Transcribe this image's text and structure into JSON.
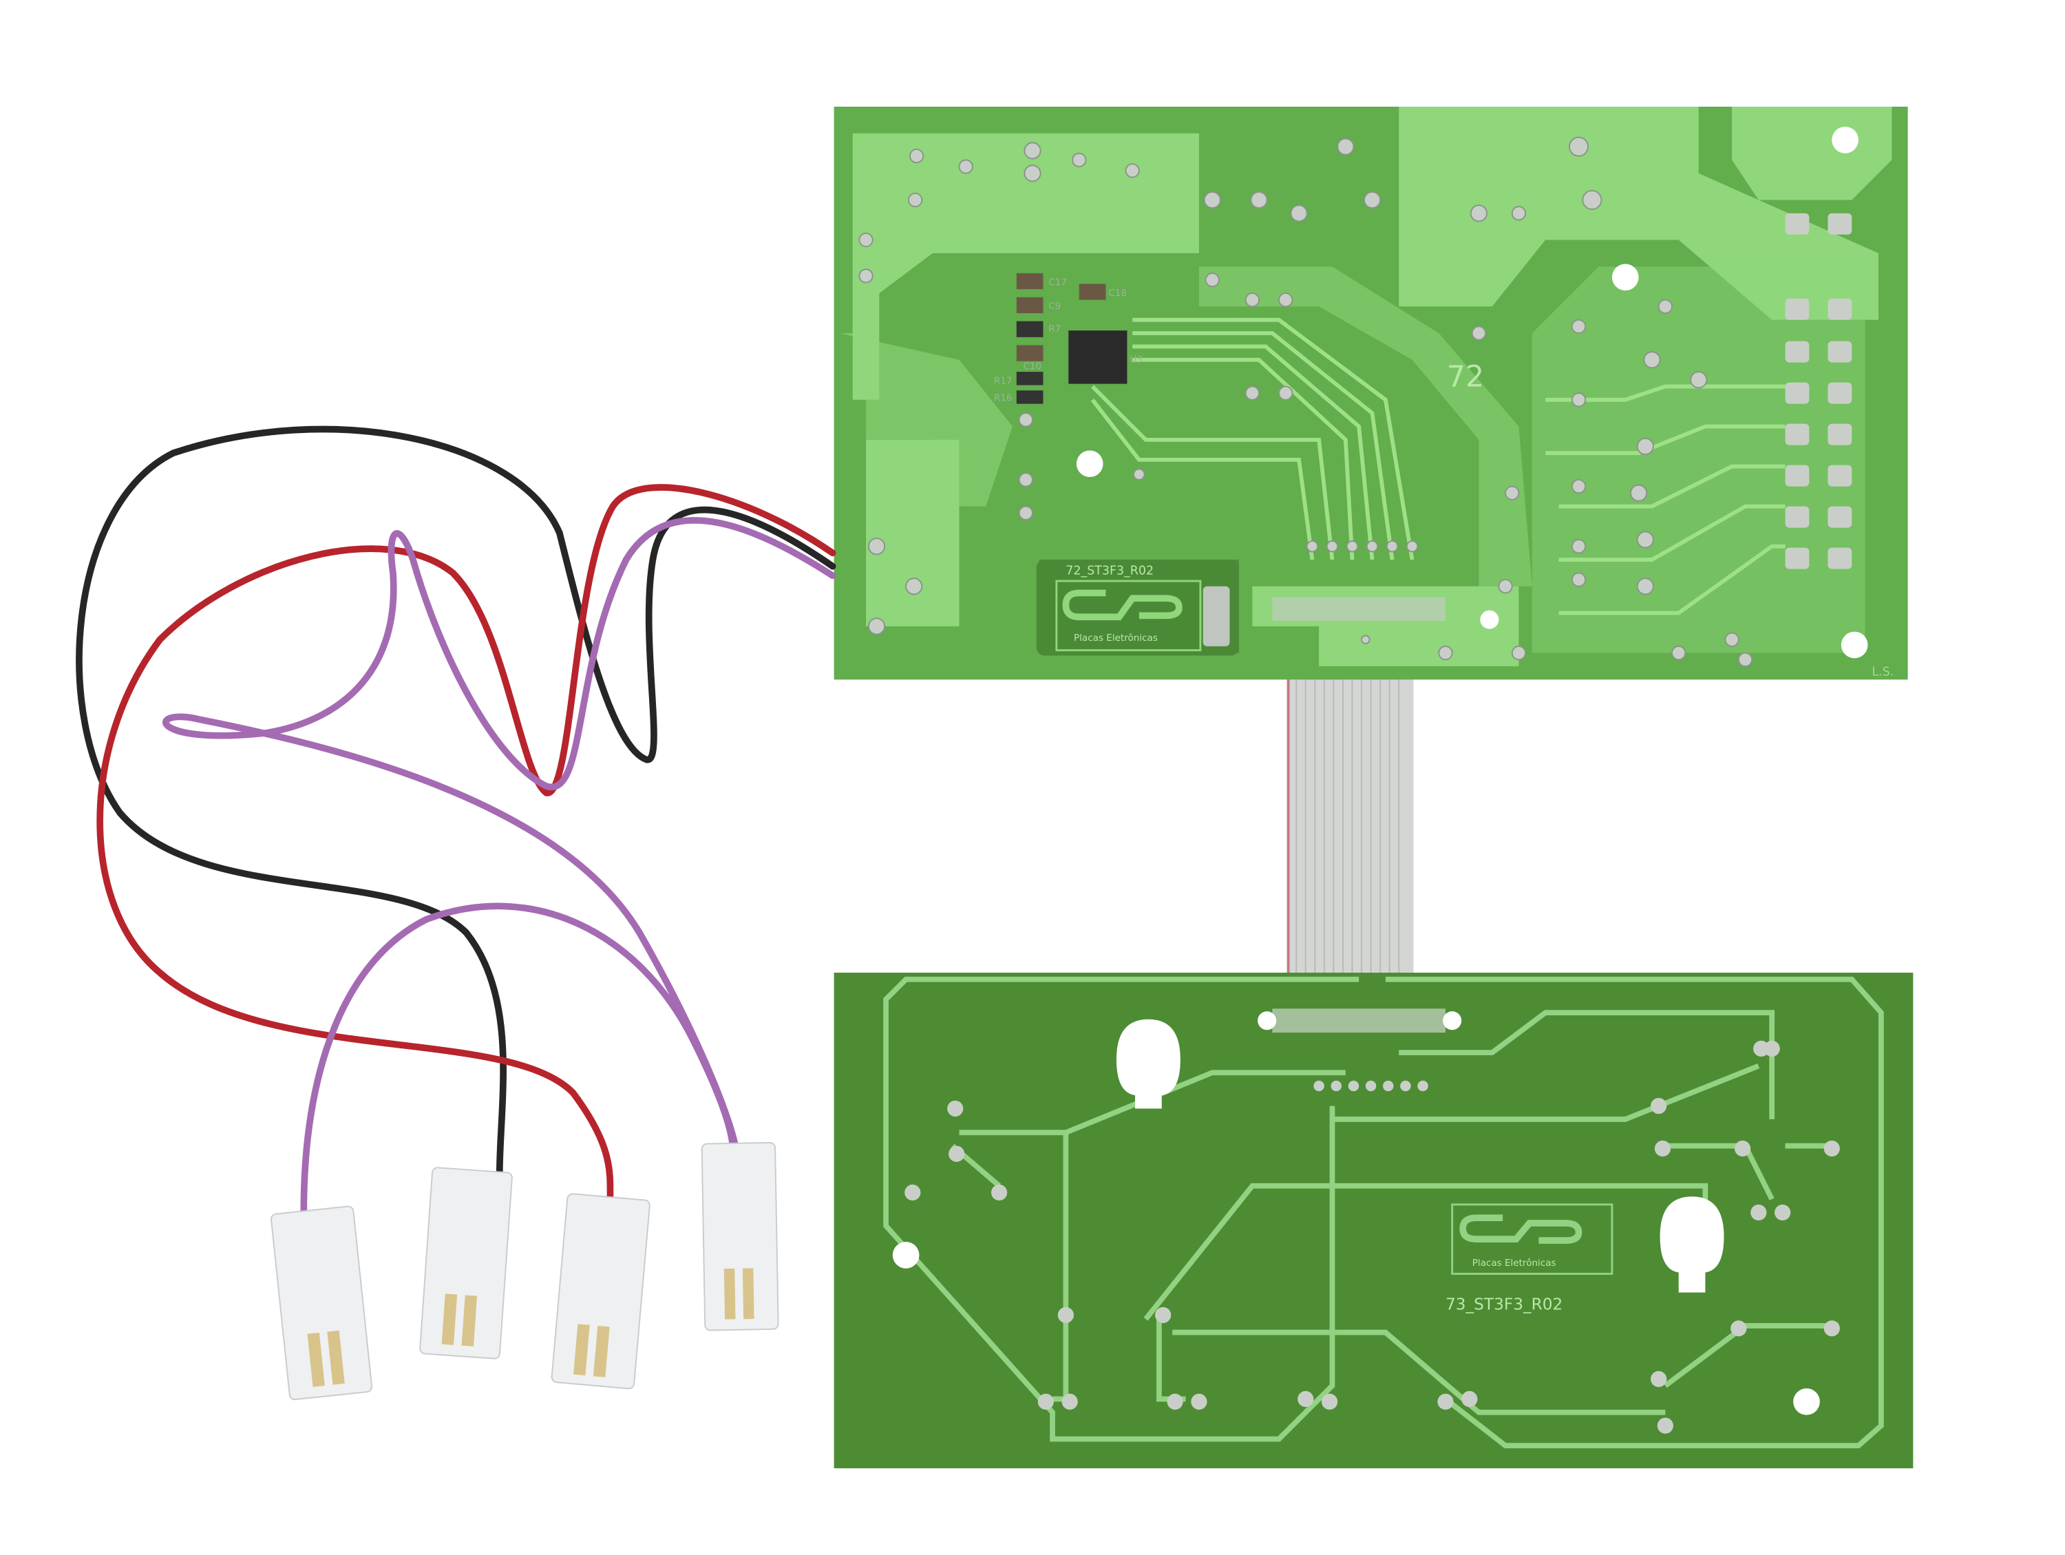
{
  "upper_board": {
    "part_code": "72_ST3F3_R02",
    "big_number": "72",
    "initials": "L.S.",
    "maker": "Placas Eletrônicas",
    "components": {
      "c17": "C17",
      "c9": "C9",
      "r7": "R7",
      "c10": "C10",
      "r17": "R17",
      "r16": "R16",
      "c18": "C18",
      "u3": "U3"
    }
  },
  "lower_board": {
    "part_code": "73_ST3F3_R02",
    "maker": "Placas Eletrônicas"
  },
  "colors": {
    "upper_board": "#62ad4c",
    "upper_trace": "#8fd77a",
    "lower_board": "#4d8c33",
    "lower_trace": "#93d282",
    "wire_black": "#262626",
    "wire_red": "#b8242c",
    "wire_purple": "#a46bb3"
  }
}
